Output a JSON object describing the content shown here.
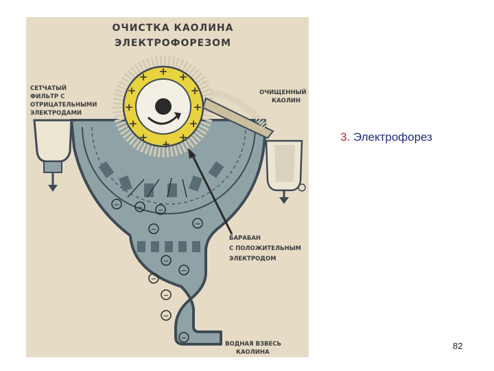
{
  "poster": {
    "title_line1": "ОЧИСТКА КАОЛИНА",
    "title_line2": "ЭЛЕКТРОФОРЕЗОМ",
    "label_filter": [
      "СЕТЧАТЫЙ",
      "ФИЛЬТР С",
      "ОТРИЦАТЕЛЬНЫМИ",
      "ЭЛЕКТРОДАМИ"
    ],
    "label_clean": [
      "ОЧИЩЕННЫЙ",
      "КАОЛИН"
    ],
    "label_drum": [
      "БАРАБАН",
      "С ПОЛОЖИТЕЛЬНЫМ",
      "ЭЛЕКТРОДОМ"
    ],
    "label_suspension": [
      "ВОДНАЯ ВЗВЕСЬ",
      "КАОЛИНА"
    ],
    "plus_sign": "+",
    "minus_sign": "−"
  },
  "slide": {
    "caption_number": "3.",
    "caption_text": "Электрофорез",
    "page_number": "82"
  },
  "colors": {
    "paper": "#e6dcc6",
    "liquid": "#8fa3a7",
    "outline": "#3e4a55",
    "drum_ring": "#e8d23e",
    "caption_text": "#1f2a7a",
    "caption_number": "#c81e1e"
  }
}
